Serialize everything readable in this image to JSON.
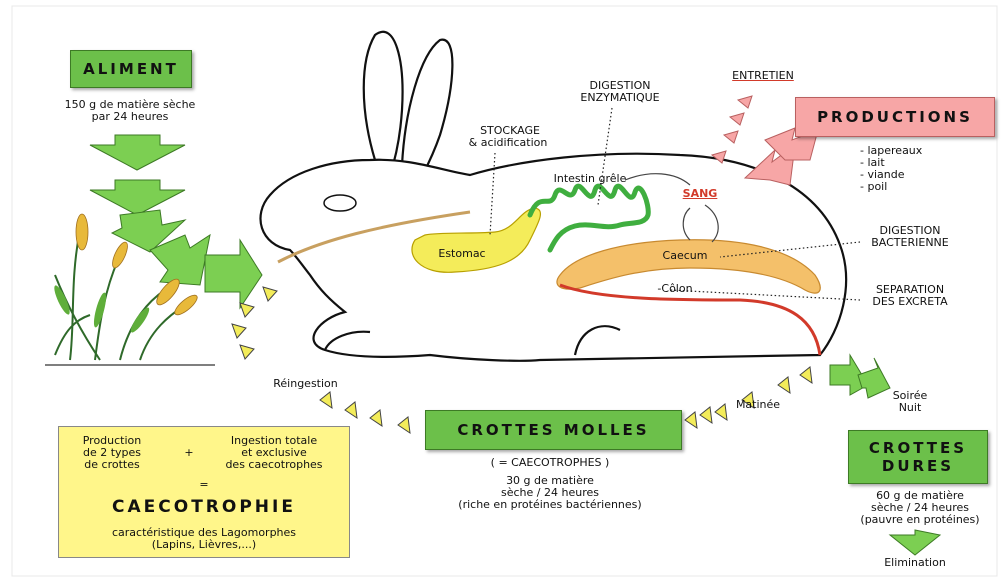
{
  "aliment": {
    "title": "ALIMENT",
    "amount": "150 g de matière sèche",
    "period": "par 24 heures"
  },
  "stomach": {
    "storage_label_1": "STOCKAGE",
    "storage_label_2": "& acidification",
    "organ": "Estomac"
  },
  "digestion": {
    "enzymatic_1": "DIGESTION",
    "enzymatic_2": "ENZYMATIQUE",
    "small_intestine": "Intestin grêle",
    "blood": "SANG",
    "bacterial_1": "DIGESTION",
    "bacterial_2": "BACTERIENNE",
    "caecum": "Caecum",
    "colon": "-Côlon",
    "separation_1": "SEPARATION",
    "separation_2": "DES EXCRETA"
  },
  "productions": {
    "maintenance": "ENTRETIEN",
    "title": "PRODUCTIONS",
    "items": [
      "lapereaux",
      "lait",
      "viande",
      "poil"
    ]
  },
  "reingestion": "Réingestion",
  "soft_feces": {
    "title": "CROTTES MOLLES",
    "subtitle": "( = CAECOTROPHES )",
    "amount": "30 g de matière",
    "period": "sèche / 24 heures",
    "note": "(riche en protéines bactériennes)",
    "time": "Matinée"
  },
  "hard_feces": {
    "time_1": "Soirée",
    "time_2": "Nuit",
    "title_1": "CROTTES",
    "title_2": "DURES",
    "amount": "60 g de matière",
    "period": "sèche / 24 heures",
    "note": "(pauvre en protéines)",
    "outcome": "Elimination"
  },
  "caecotrophy": {
    "left_1": "Production",
    "left_2": "de 2 types",
    "left_3": "de crottes",
    "plus": "+",
    "right_1": "Ingestion totale",
    "right_2": "et exclusive",
    "right_3": "des caecotrophes",
    "equals": "=",
    "title": "CAECOTROPHIE",
    "caption_1": "caractéristique des Lagomorphes",
    "caption_2": "(Lapins, Lièvres,...)"
  },
  "colors": {
    "green": "#6cc04a",
    "pink": "#f7a6a6",
    "yellow": "#fff68a",
    "stomach": "#f4ec5a",
    "caecum": "#f4c06a",
    "intestine": "#3fae3f",
    "colon": "#d23a2a"
  }
}
